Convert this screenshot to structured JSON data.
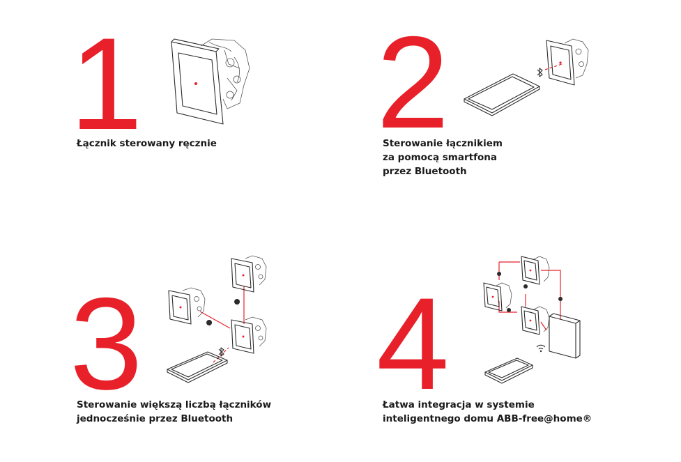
{
  "steps": [
    {
      "number": "1",
      "lines": [
        "Łącznik sterowany ręcznie"
      ]
    },
    {
      "number": "2",
      "lines": [
        "Sterowanie łącznikiem",
        "za pomocą smartfona",
        "przez Bluetooth"
      ]
    },
    {
      "number": "3",
      "lines": [
        "Sterowanie większą liczbą łączników",
        "jednocześnie przez Bluetooth"
      ]
    },
    {
      "number": "4",
      "lines": [
        "Łatwa integracja w systemie",
        "inteligentnego domu ABB-free@home®"
      ]
    }
  ],
  "colors": {
    "accent": "#e8202a",
    "text": "#1a1a1a",
    "line": "#2b2b2b"
  },
  "icons": [
    "light-switch-icon",
    "smartphone-icon",
    "bluetooth-icon",
    "location-pin-icon",
    "wifi-icon",
    "hub-icon"
  ]
}
